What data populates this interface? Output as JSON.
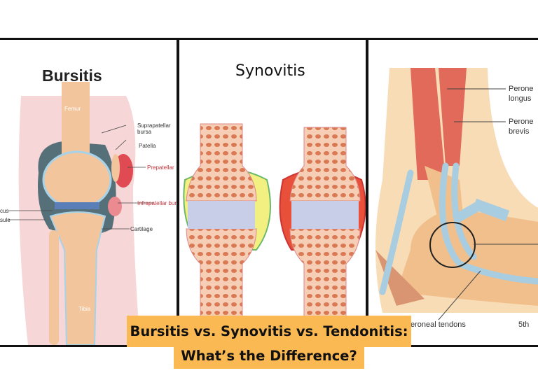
{
  "banner": {
    "line1": "Bursitis vs. Synovitis vs. Tendonitis:",
    "line2": "What’s the Difference?",
    "color": "#fbb954"
  },
  "bursitis_panel": {
    "title": "Bursitis",
    "labels": {
      "femur": "Femur",
      "suprapatellar": "Suprapatellar bursa",
      "patella": "Patella",
      "prepatellar": "Prepatellar",
      "infrapatellar": "Infrapatellar bur",
      "meniscus": "cus",
      "capsule": "sule",
      "cartilage": "Cartilage",
      "tibia": "Tibia"
    }
  },
  "synovitis_panel": {
    "title": "Synovitis"
  },
  "tendonitis_panel": {
    "labels": {
      "longus_1": "Perone",
      "longus_2": "longus",
      "brevis_1": "Perone",
      "brevis_2": "brevis",
      "tendons": "eroneal tendons",
      "metatarsal": "5th"
    }
  }
}
